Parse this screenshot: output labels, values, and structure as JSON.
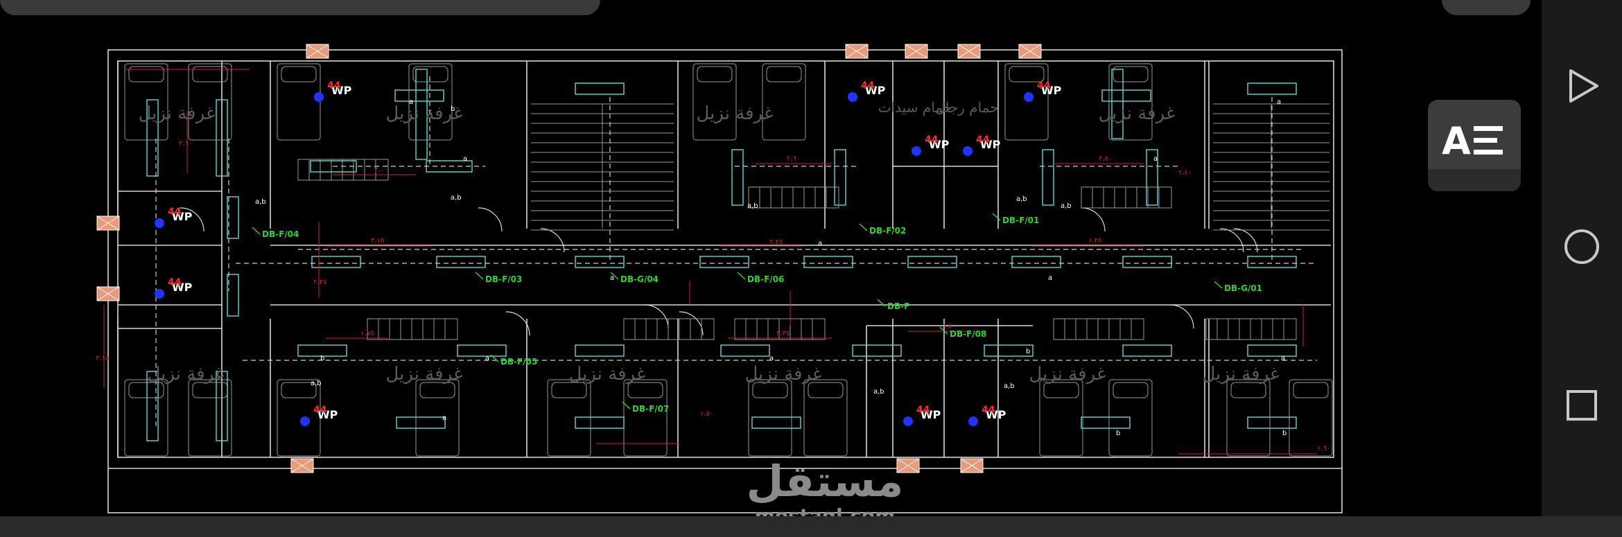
{
  "watermark": {
    "logo_text": "مستقل",
    "url": "mostaql.com"
  },
  "plan": {
    "db_labels": [
      "DB-F/04",
      "DB-F/03",
      "DB-F/05",
      "DB-G/04",
      "DB-F/06",
      "DB-F/02",
      "DB-F/01",
      "DB-G/01",
      "DB-F",
      "DB-F/08",
      "DB-F/07"
    ],
    "room_label_guest": "غرفة نزيل",
    "room_label_men_bath": "حمام رجال",
    "room_label_ladies_bath": "حمام سيدات",
    "wp_label": "WP",
    "red_marker": "44",
    "switch_a": "a",
    "switch_b": "b",
    "switch_ab": "a,b",
    "dims": [
      "٣،٠٠",
      "٣،١٥",
      "٢،٦٠",
      "٣،٥٠",
      "١،٢٥",
      "٣،٢٥",
      "١،٧٥",
      "٣،٣٥",
      "١،٣٠",
      "٢،٦٠",
      "٣،١٥",
      "٢،٣٥",
      "١،٥٠",
      "٢،٤٠",
      "١،٦٠"
    ]
  },
  "reader": {
    "icon": "text-format-icon"
  },
  "navbar": {
    "back": "back-triangle-icon",
    "home": "home-circle-icon",
    "recents": "recents-square-icon"
  },
  "colors": {
    "wall": "#d8d8d8",
    "fixture": "#9a9a9a",
    "dim": "#d22020",
    "label": "#2bd62b",
    "fixture_cyan": "#5fd7d7",
    "marker_blue": "#2033ff",
    "marker_red": "#ff2a2a",
    "tag_fill": "#e89a7a"
  }
}
